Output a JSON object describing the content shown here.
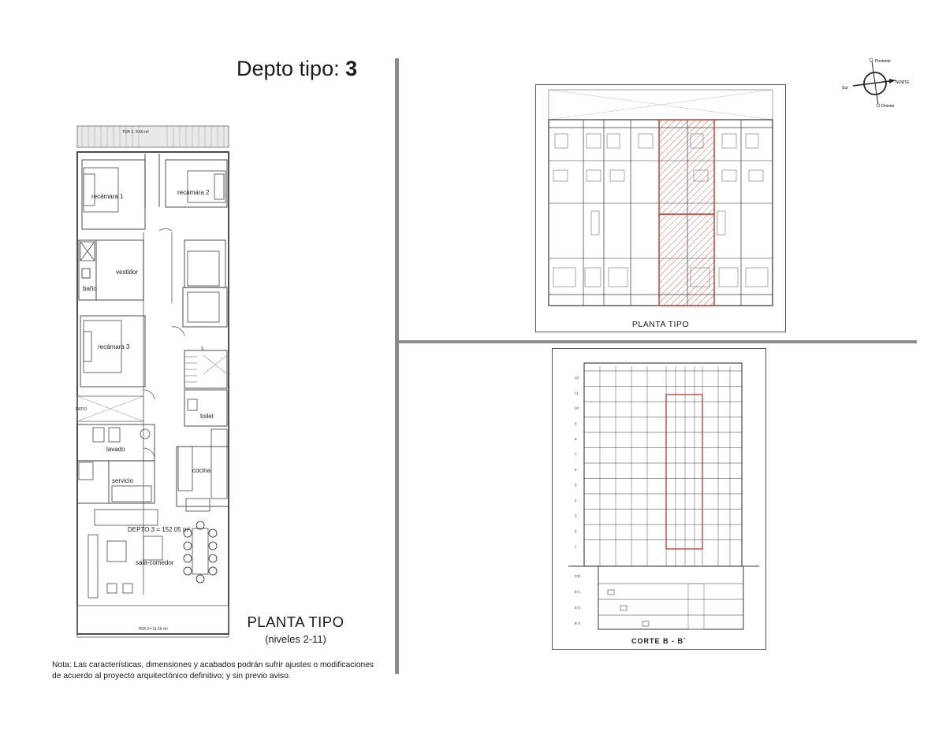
{
  "header": {
    "title_prefix": "Depto tipo:",
    "title_number": "3"
  },
  "floor_plan": {
    "terrace_top": "TER 2. 8.56 m²",
    "terrace_bottom": "TER 1= 11.16 m²",
    "rooms": {
      "recamara1": "recámara 1",
      "recamara2": "recámara 2",
      "vestidor": "vestidor",
      "bano": "baño",
      "recamara3": "recámara 3",
      "toilet": "toilet",
      "lavado": "lavado",
      "servicio": "servicio",
      "cocina": "cocina",
      "sala": "sala-comedor",
      "patio": "PATIO",
      "s": "S"
    },
    "area_label": "DEPTO  3 = 152.05 m²",
    "caption_title": "PLANTA  TIPO",
    "caption_subtitle": "(niveles  2-11)"
  },
  "note": "Nota: Las características, dimensiones y acabados podrán sufrir ajustes o modificaciones de acuerdo al proyecto arquitectónico definitivo; y sin previo aviso.",
  "planta_tipo": {
    "label": "PLANTA  TIPO",
    "highlight_color": "#c0392b"
  },
  "corte": {
    "label": "CORTE    B - B´",
    "levels": [
      "12",
      "11",
      "10",
      "9",
      "8",
      "7",
      "6",
      "5",
      "4",
      "3",
      "2",
      "1",
      "P.B.",
      "E-1",
      "E-2",
      "E-3"
    ],
    "highlight_color": "#c0392b"
  },
  "compass": {
    "north": "NORTE",
    "south": "Sur",
    "west": "Poniente",
    "east": "Oriente"
  }
}
